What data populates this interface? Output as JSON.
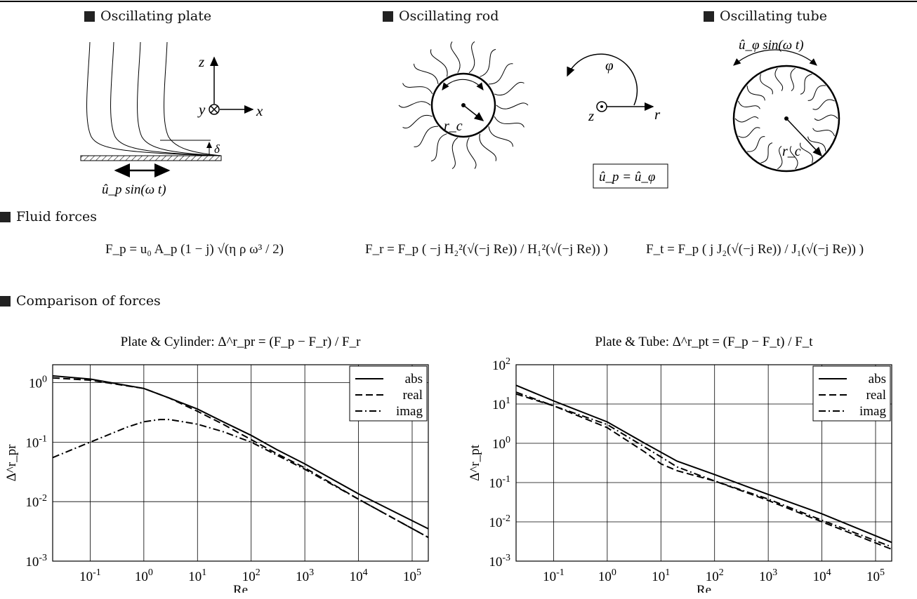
{
  "top_rule": true,
  "headers": {
    "plate": "Oscillating plate",
    "rod": "Oscillating rod",
    "tube": "Oscillating tube",
    "fluid_forces": "Fluid forces",
    "comparison": "Comparison of forces"
  },
  "diagram_labels": {
    "plate_axis_z": "z",
    "plate_axis_y": "y",
    "plate_axis_x": "x",
    "plate_delta": "δ",
    "plate_velocity": "û_p sin(ω t)",
    "rod_radius": "r_c",
    "polar_phi": "φ",
    "polar_z": "z",
    "polar_r": "r",
    "boxed_relation": "û_p = û_φ",
    "tube_velocity": "û_φ sin(ω t)",
    "tube_radius": "r_c"
  },
  "equations": {
    "Fp": "F_p = u₀ A_p (1 − j) √(η ρ ω³ / 2)",
    "Fr": "F_r = F_p ( −j H₂²(√(−j Re)) / H₁²(√(−j Re)) )",
    "Ft": "F_t = F_p ( j J₂(√(−j Re)) / J₁(√(−j Re)) )"
  },
  "chart_data": [
    {
      "type": "line",
      "title": "Plate & Cylinder: Δ^r_pr = (F_p − F_r) / F_r",
      "xlabel": "Re",
      "ylabel": "Δ^r_pr",
      "x_scale": "log",
      "y_scale": "log",
      "xlim": [
        0.02,
        200000
      ],
      "ylim": [
        0.001,
        2
      ],
      "x_ticks": [
        "10^-1",
        "10^0",
        "10^1",
        "10^2",
        "10^3",
        "10^4",
        "10^5"
      ],
      "y_ticks": [
        "10^-3",
        "10^-2",
        "10^-1",
        "10^0"
      ],
      "grid": true,
      "legend": "top-right",
      "series": [
        {
          "name": "abs",
          "style": "solid",
          "x": [
            0.02,
            0.1,
            1,
            3,
            10,
            30,
            100,
            300,
            1000,
            10000,
            200000
          ],
          "y": [
            1.3,
            1.15,
            0.8,
            0.55,
            0.36,
            0.22,
            0.13,
            0.075,
            0.043,
            0.0135,
            0.0035
          ]
        },
        {
          "name": "real",
          "style": "dashed",
          "x": [
            0.02,
            0.1,
            1,
            3,
            10,
            30,
            100,
            300,
            1000,
            10000,
            200000
          ],
          "y": [
            1.2,
            1.1,
            0.8,
            0.55,
            0.33,
            0.2,
            0.11,
            0.064,
            0.037,
            0.011,
            0.0025
          ]
        },
        {
          "name": "imag",
          "style": "dashdot",
          "x": [
            0.02,
            0.1,
            0.5,
            1,
            2,
            3,
            10,
            30,
            100,
            1000,
            10000,
            200000
          ],
          "y": [
            0.055,
            0.1,
            0.18,
            0.22,
            0.24,
            0.24,
            0.2,
            0.15,
            0.1,
            0.035,
            0.011,
            0.0025
          ]
        }
      ]
    },
    {
      "type": "line",
      "title": "Plate & Tube: Δ^r_pt = (F_p − F_t) / F_t",
      "xlabel": "Re",
      "ylabel": "Δ^r_pt",
      "x_scale": "log",
      "y_scale": "log",
      "xlim": [
        0.02,
        200000
      ],
      "ylim": [
        0.001,
        100
      ],
      "x_ticks": [
        "10^-1",
        "10^0",
        "10^1",
        "10^2",
        "10^3",
        "10^4",
        "10^5"
      ],
      "y_ticks": [
        "10^-3",
        "10^-2",
        "10^-1",
        "10^0",
        "10^1",
        "10^2"
      ],
      "grid": true,
      "legend": "top-right",
      "series": [
        {
          "name": "abs",
          "style": "solid",
          "x": [
            0.02,
            0.1,
            1,
            5,
            20,
            100,
            1000,
            10000,
            200000
          ],
          "y": [
            30,
            12,
            3.5,
            1,
            0.35,
            0.16,
            0.05,
            0.016,
            0.003
          ]
        },
        {
          "name": "real",
          "style": "dashed",
          "x": [
            0.02,
            0.1,
            1,
            5,
            10,
            20,
            100,
            1000,
            10000,
            200000
          ],
          "y": [
            18,
            9,
            2.5,
            0.6,
            0.3,
            0.2,
            0.11,
            0.035,
            0.01,
            0.002
          ]
        },
        {
          "name": "imag",
          "style": "dashdot",
          "x": [
            0.02,
            0.1,
            1,
            5,
            10,
            20,
            100,
            1000,
            10000,
            200000
          ],
          "y": [
            20,
            9,
            3,
            0.8,
            0.45,
            0.25,
            0.11,
            0.038,
            0.011,
            0.0023
          ]
        }
      ]
    }
  ]
}
